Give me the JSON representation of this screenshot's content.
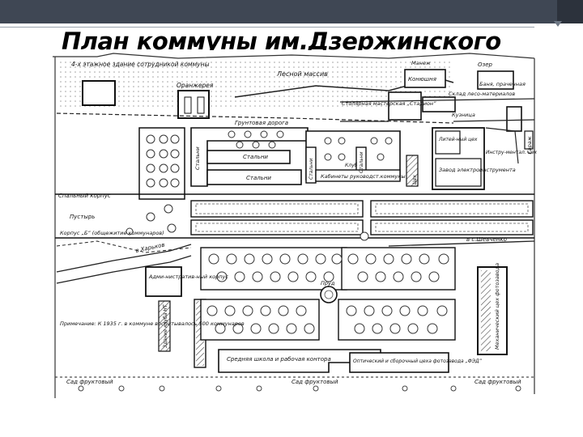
{
  "slide": {
    "title": "План коммуны им.Дзержинского"
  },
  "map": {
    "labels": {
      "dormitory": "4-х этажное здание сотрудникой коммуны",
      "greenhouse": "Оранжерея",
      "forest": "Лесной массив",
      "lake": "Озер",
      "barn": "Конюшня",
      "bath": "Баня, прачечная",
      "manege": "Манеж",
      "carpentry": "Столярная мастерская „Стадион”",
      "sawmill": "Склад лесо-материалов",
      "smithy": "Кузница",
      "garage": "Гараж",
      "dirt_road": "Грунтовая дорога",
      "stables1": "Стальни",
      "stables2": "Стальни",
      "stables3": "Стальни",
      "stables_v": "Стальни",
      "stables_v2": "Стальни",
      "foundry": "Литей-ный цех",
      "instrument": "Инстру-ментал. цех",
      "plant": "Завод электроинструмента",
      "office": "Кабинеты руководст.коммуны",
      "courtyard": "Клуб",
      "workshop": "Цех",
      "old_dorm": "Спальный корпус",
      "wasteland": "Пустырь",
      "building_b": "Корпус „Б” (общежитие коммунаров)",
      "to_kharkov": "в Харьков",
      "to_shevchenko": "в с.Шевченко",
      "admin": "Адми-нистратив-ный корпус",
      "club": "Здание клуба НТ",
      "pond": "Пруд",
      "school": "Средняя школа и рабочая контора",
      "optical": "Оптический и сборочный цеха фотозавода „ФЭД”",
      "mech_shop": "Механический цех фотозавода",
      "orchard1": "Сад фруктовый",
      "orchard2": "Сад фруктовый",
      "orchard3": "Сад фруктовый",
      "note": "Примечание: К 1935 г. в коммуне воспитывалось 500 коммунаров"
    }
  }
}
